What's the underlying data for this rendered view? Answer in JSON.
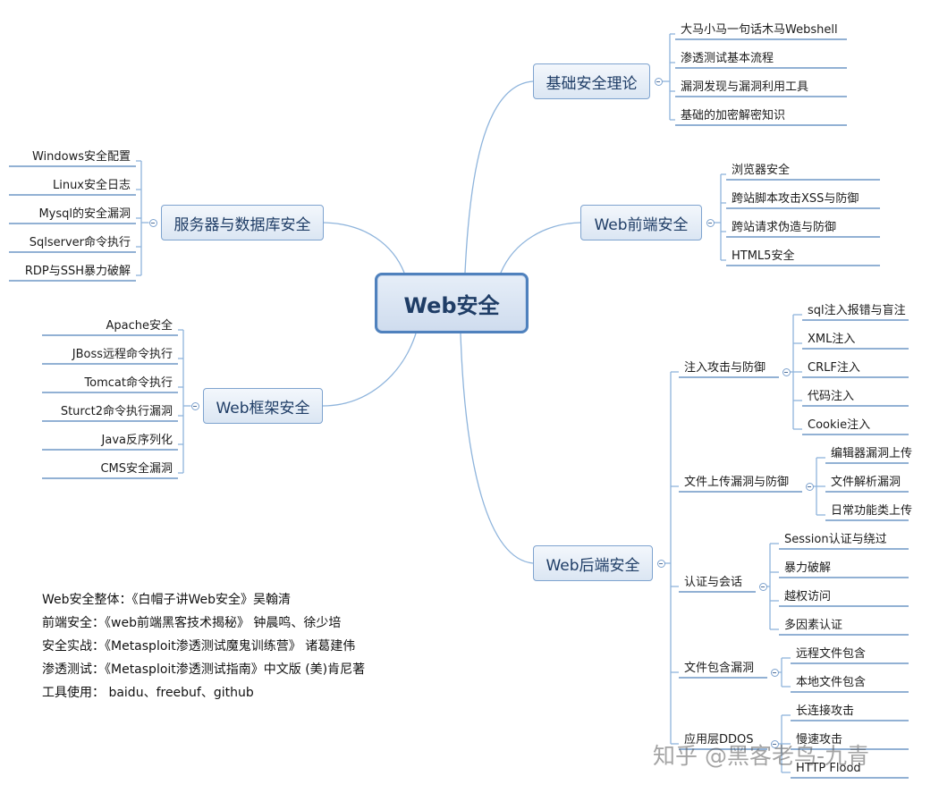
{
  "root": "Web安全",
  "branches": [
    {
      "id": "basic",
      "label": "基础安全理论",
      "side": "right",
      "children": [
        "大马小马一句话木马Webshell",
        "渗透测试基本流程",
        "漏洞发现与漏洞利用工具",
        "基础的加密解密知识"
      ]
    },
    {
      "id": "front",
      "label": "Web前端安全",
      "side": "right",
      "children": [
        "浏览器安全",
        "跨站脚本攻击XSS与防御",
        "跨站请求伪造与防御",
        "HTML5安全"
      ]
    },
    {
      "id": "server",
      "label": "服务器与数据库安全",
      "side": "left",
      "children": [
        "Windows安全配置",
        "Linux安全日志",
        "Mysql的安全漏洞",
        "Sqlserver命令执行",
        "RDP与SSH暴力破解"
      ]
    },
    {
      "id": "framework",
      "label": "Web框架安全",
      "side": "left",
      "children": [
        "Apache安全",
        "JBoss远程命令执行",
        "Tomcat命令执行",
        "Sturct2命令执行漏洞",
        "Java反序列化",
        "CMS安全漏洞"
      ]
    },
    {
      "id": "backend",
      "label": "Web后端安全",
      "side": "right",
      "groups": [
        {
          "label": "注入攻击与防御",
          "children": [
            "sql注入报错与盲注",
            "XML注入",
            "CRLF注入",
            "代码注入",
            "Cookie注入"
          ]
        },
        {
          "label": "文件上传漏洞与防御",
          "children": [
            "编辑器漏洞上传",
            "文件解析漏洞",
            "日常功能类上传"
          ]
        },
        {
          "label": "认证与会话",
          "children": [
            "Session认证与绕过",
            "暴力破解",
            "越权访问",
            "多因素认证"
          ]
        },
        {
          "label": "文件包含漏洞",
          "children": [
            "远程文件包含",
            "本地文件包含"
          ]
        },
        {
          "label": "应用层DDOS",
          "children": [
            "长连接攻击",
            "慢速攻击",
            "HTTP Flood"
          ]
        }
      ]
    }
  ],
  "references": [
    "Web安全整体：《白帽子讲Web安全》吴翰清",
    "前端安全：《web前端黑客技术揭秘》 钟晨鸣、徐少培",
    "安全实战：《Metasploit渗透测试魔鬼训练营》 诸葛建伟",
    "渗透测试：《Metasploit渗透测试指南》中文版 (美)肯尼著",
    "工具使用： baidu、freebuf、github"
  ],
  "watermark": "知乎 @黑客老鸟-九青",
  "colors": {
    "line": "#8eb4dc",
    "node_border": "#7ea3cf",
    "root_border": "#4f81bd",
    "text": "#1f3d66"
  }
}
